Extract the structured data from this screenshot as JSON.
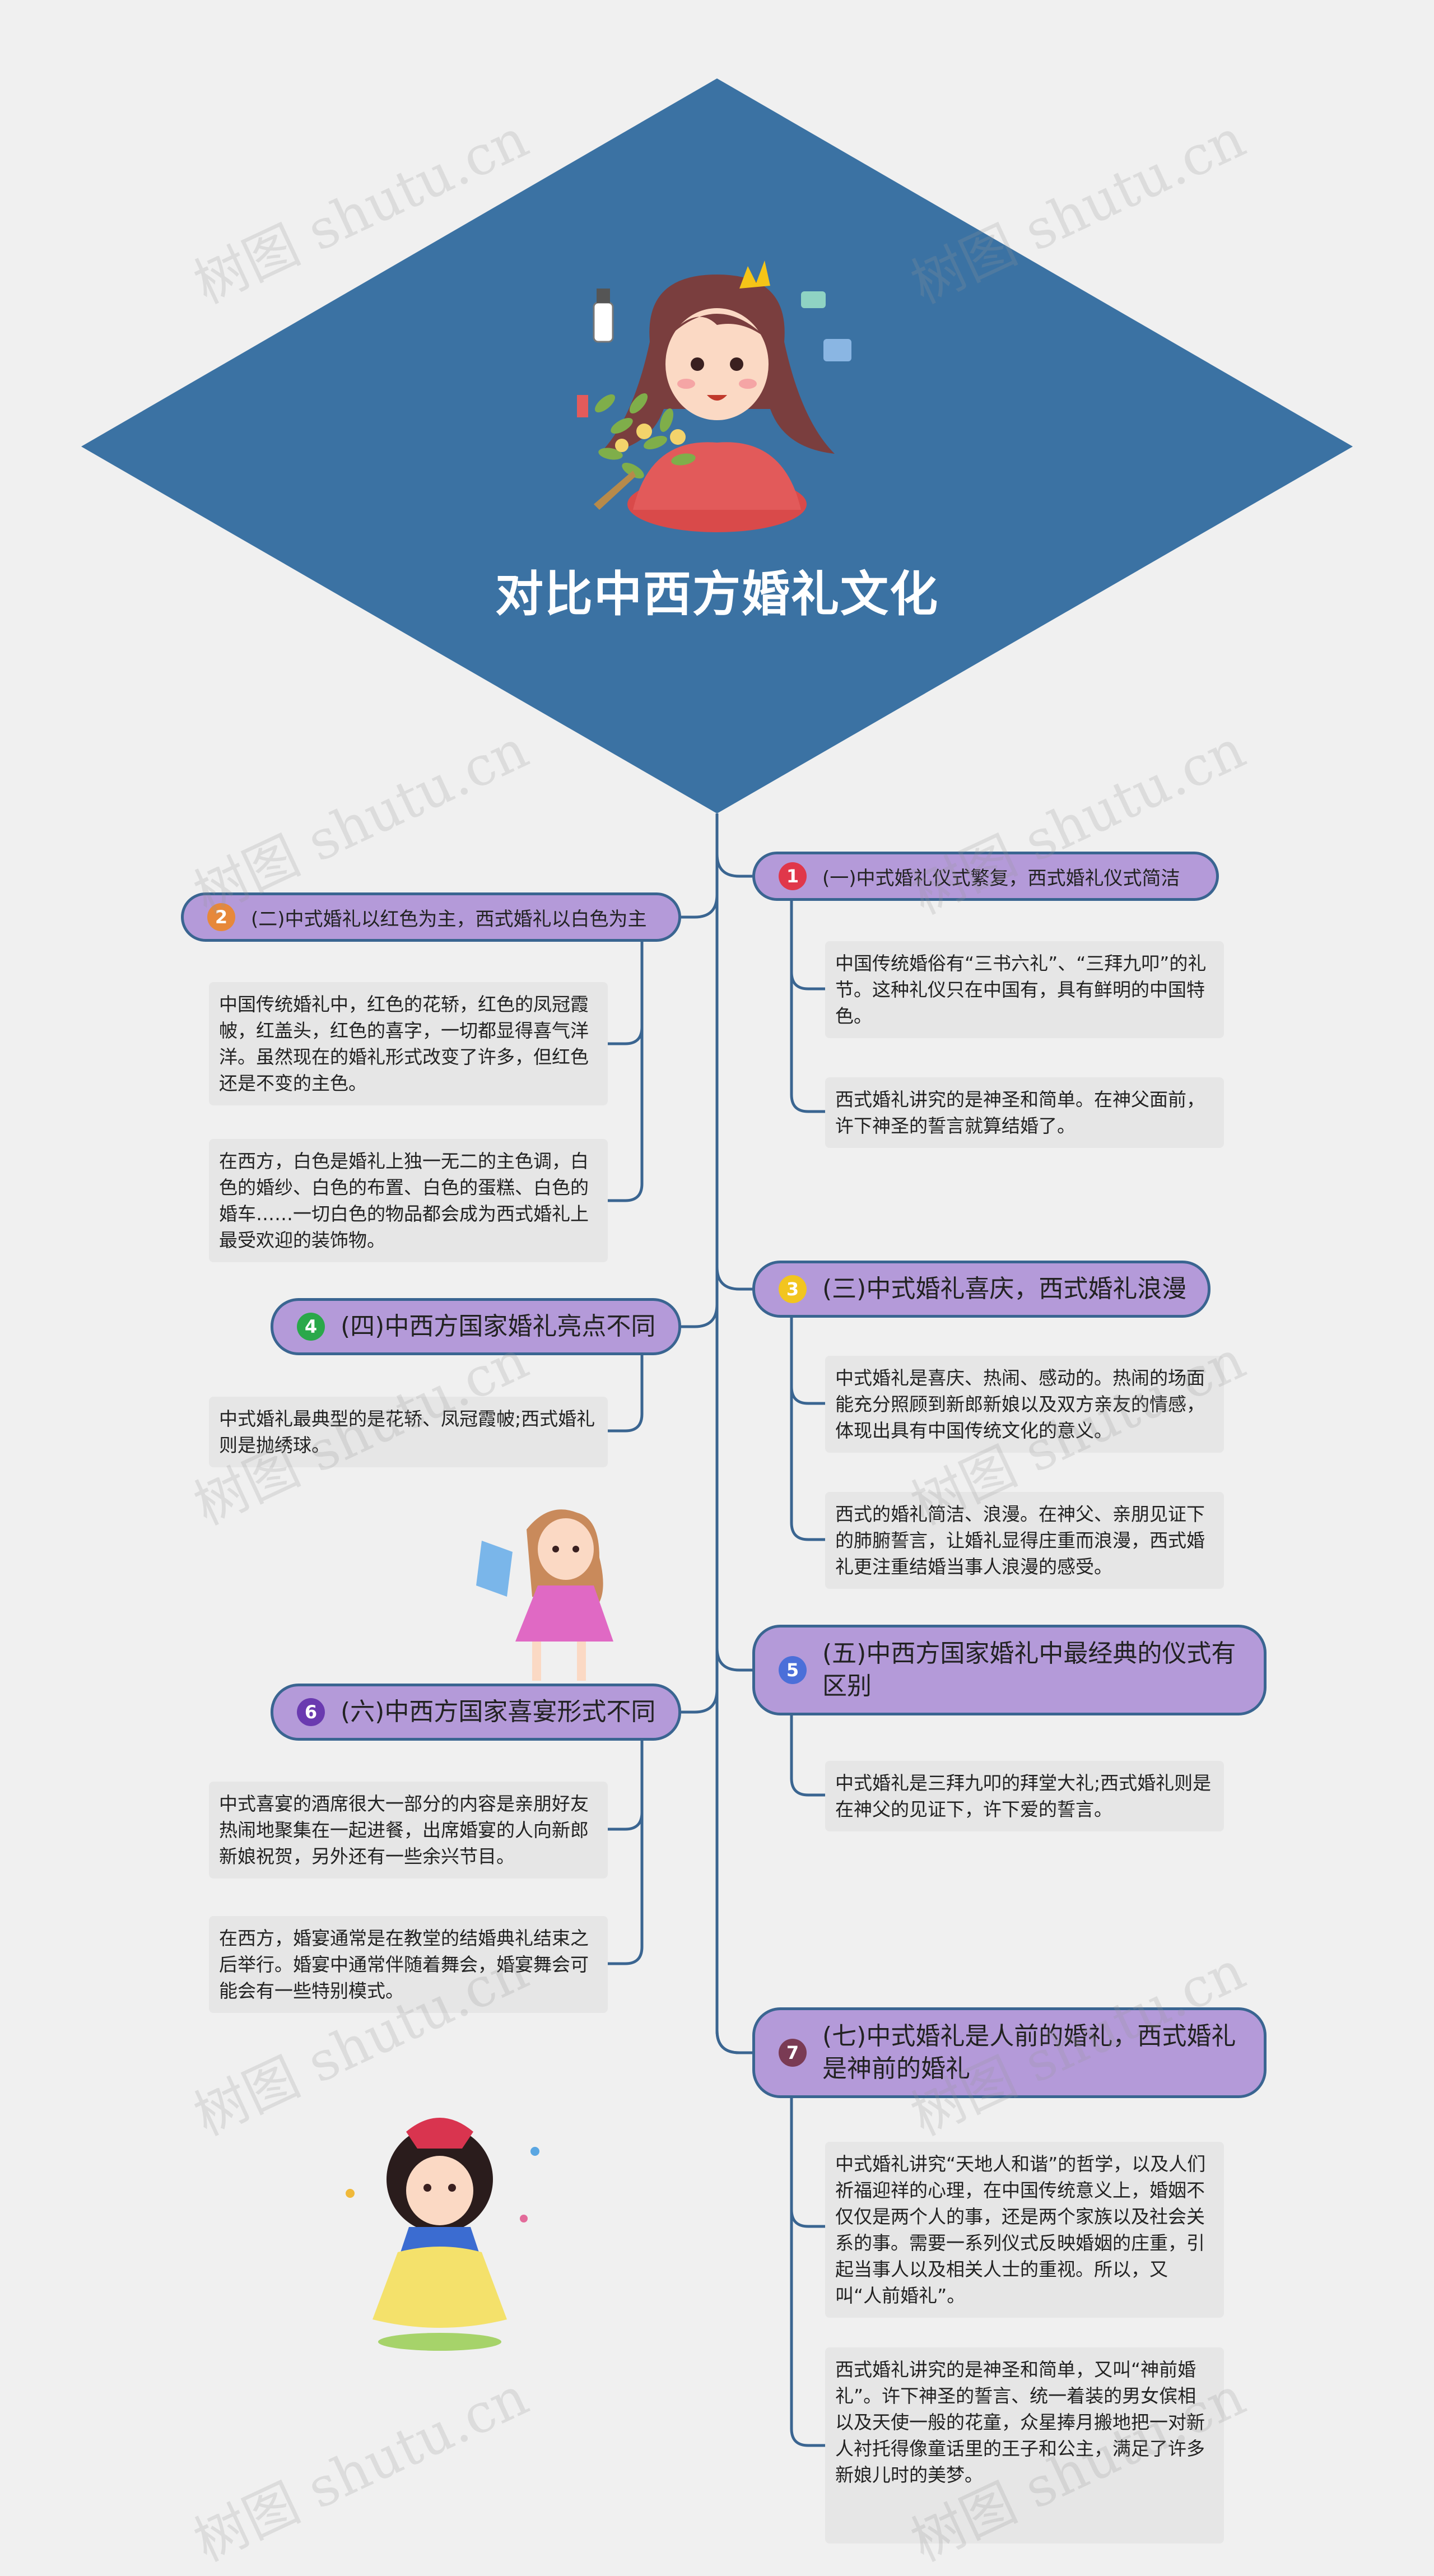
{
  "title": "对比中西方婚礼文化",
  "watermark": "树图 shutu.cn",
  "colors": {
    "diamond": "#3b72a3",
    "branch_fill": "#b49ad9",
    "branch_border": "#3a6591",
    "leaf_fill": "#e6e6e6",
    "badge_colors": [
      "#e0374a",
      "#e7883a",
      "#f2c51f",
      "#2aa84a",
      "#4b6fd9",
      "#6a3ab0",
      "#7a3b54"
    ]
  },
  "branches": [
    {
      "badge": "1",
      "label": "(一)中式婚礼仪式繁复，西式婚礼仪式简洁",
      "notes": [
        "中国传统婚俗有“三书六礼”、“三拜九叩”的礼节。这种礼仪只在中国有，具有鲜明的中国特色。",
        "西式婚礼讲究的是神圣和简单。在神父面前，许下神圣的誓言就算结婚了。"
      ]
    },
    {
      "badge": "2",
      "label": "(二)中式婚礼以红色为主，西式婚礼以白色为主",
      "notes": [
        "中国传统婚礼中，红色的花轿，红色的凤冠霞帔，红盖头，红色的喜字，一切都显得喜气洋洋。虽然现在的婚礼形式改变了许多，但红色还是不变的主色。",
        "在西方，白色是婚礼上独一无二的主色调，白色的婚纱、白色的布置、白色的蛋糕、白色的婚车……一切白色的物品都会成为西式婚礼上最受欢迎的装饰物。"
      ]
    },
    {
      "badge": "3",
      "label": "(三)中式婚礼喜庆，西式婚礼浪漫",
      "notes": [
        "中式婚礼是喜庆、热闹、感动的。热闹的场面能充分照顾到新郎新娘以及双方亲友的情感，体现出具有中国传统文化的意义。",
        "西式的婚礼简洁、浪漫。在神父、亲朋见证下的肺腑誓言，让婚礼显得庄重而浪漫，西式婚礼更注重结婚当事人浪漫的感受。"
      ]
    },
    {
      "badge": "4",
      "label": "(四)中西方国家婚礼亮点不同",
      "notes": [
        "中式婚礼最典型的是花轿、凤冠霞帔;西式婚礼则是抛绣球。"
      ]
    },
    {
      "badge": "5",
      "label": "(五)中西方国家婚礼中最经典的仪式有区别",
      "notes": [
        "中式婚礼是三拜九叩的拜堂大礼;西式婚礼则是在神父的见证下，许下爱的誓言。"
      ]
    },
    {
      "badge": "6",
      "label": "(六)中西方国家喜宴形式不同",
      "notes": [
        "中式喜宴的酒席很大一部分的内容是亲朋好友热闹地聚集在一起进餐，出席婚宴的人向新郎新娘祝贺，另外还有一些余兴节目。",
        "在西方，婚宴通常是在教堂的结婚典礼结束之后举行。婚宴中通常伴随着舞会，婚宴舞会可能会有一些特别模式。"
      ]
    },
    {
      "badge": "7",
      "label": "(七)中式婚礼是人前的婚礼，西式婚礼是神前的婚礼",
      "notes": [
        "中式婚礼讲究“天地人和谐”的哲学，以及人们祈福迎祥的心理，在中国传统意义上，婚姻不仅仅是两个人的事，还是两个家族以及社会关系的事。需要一系列仪式反映婚姻的庄重，引起当事人以及相关人士的重视。所以，又叫“人前婚礼”。",
        "西式婚礼讲究的是神圣和简单，又叫“神前婚礼”。许下神圣的誓言、统一着装的男女傧相以及天使一般的花童，众星捧月搬地把一对新人衬托得像童话里的王子和公主，满足了许多新娘儿时的美梦。"
      ]
    }
  ]
}
